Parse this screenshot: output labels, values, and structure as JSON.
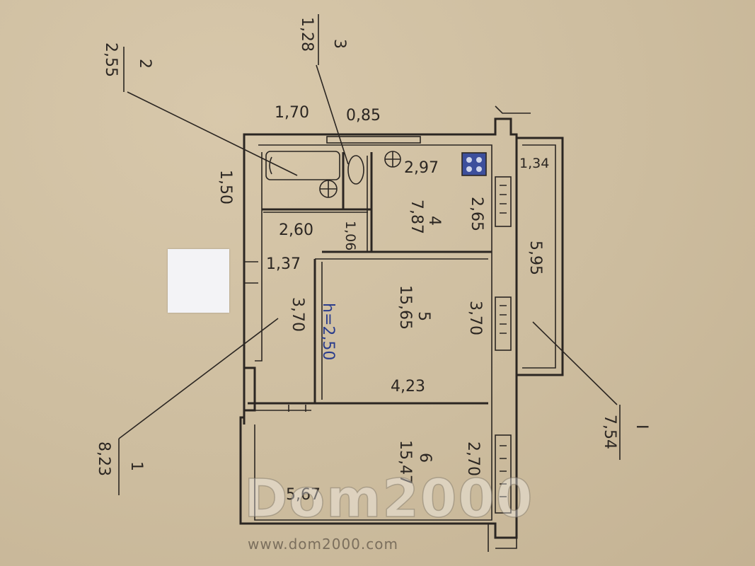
{
  "plan": {
    "room_numbers": {
      "r1": "1",
      "r2": "2",
      "r3": "3",
      "r4": "4",
      "r5": "5",
      "r6": "6"
    },
    "room_areas": {
      "a1": "8,23",
      "a2": "2,55",
      "a3": "1,28",
      "a4": "7,87",
      "a5": "15,65",
      "a6": "15,47",
      "a7": "5,95",
      "a8": "7,54"
    },
    "dimensions": {
      "d_170": "1,70",
      "d_085": "0,85",
      "d_150": "1,50",
      "d_297": "2,97",
      "d_134": "1,34",
      "d_265": "2,65",
      "d_260": "2,60",
      "d_106": "1,06",
      "d_137": "1,37",
      "d_370_left": "3,70",
      "d_370_right": "3,70",
      "d_423": "4,23",
      "d_270": "2,70",
      "d_567": "5,67"
    },
    "ceiling_height": "h=2,50",
    "balcony_number": "I",
    "colors": {
      "paper": "#cfbfa2",
      "ink": "#2b2622",
      "blue_ink": "#2b3d8c"
    }
  },
  "watermark": {
    "logo": "Dom2000",
    "url": "www.dom2000.com"
  }
}
